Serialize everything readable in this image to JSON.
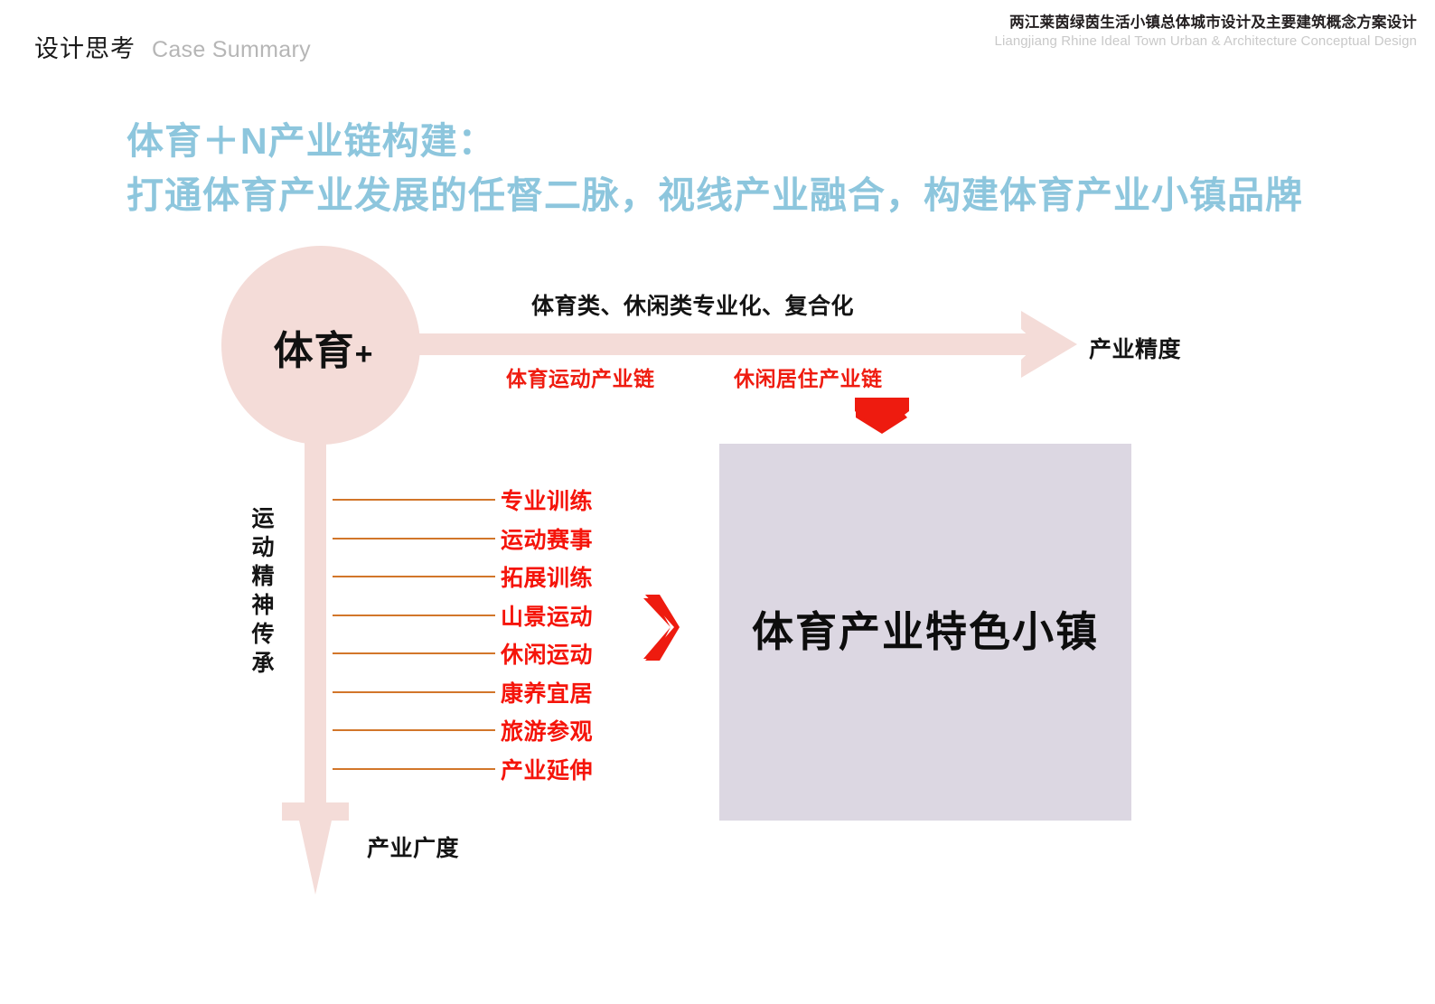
{
  "header": {
    "left_cn": "设计思考",
    "left_en": "Case Summary",
    "right_cn": "两江莱茵绿茵生活小镇总体城市设计及主要建筑概念方案设计",
    "right_en": "Liangjiang Rhine Ideal Town Urban & Architecture Conceptual Design"
  },
  "title": {
    "line1": "体育＋N产业链构建：",
    "line2": "打通体育产业发展的任督二脉，视线产业融合，构建体育产业小镇品牌"
  },
  "diagram": {
    "hub_label": "体育",
    "hub_plus": "+",
    "axis_x_top_label": "体育类、休闲类专业化、复合化",
    "axis_x_end_label": "产业精度",
    "axis_y_end_label": "产业广度",
    "axis_y_vertical_label": "运动精神传承",
    "chain_label_1": "体育运动产业链",
    "chain_label_2": "休闲居住产业链",
    "chain_items": [
      "专业训练",
      "运动赛事",
      "拓展训练",
      "山景运动",
      "休闲运动",
      "康养宜居",
      "旅游参观",
      "产业延伸"
    ],
    "result_panel_label": "体育产业特色小镇"
  },
  "colors": {
    "title_blue": "#8dc6dd",
    "arrow_pink": "#f4dcd8",
    "chain_red": "#f5140a",
    "chain_rule_orange": "#d2762a",
    "panel_lavender": "#dcd7e2",
    "chevron_red": "#ef1c10",
    "header_gray": "#b6b6b6"
  }
}
